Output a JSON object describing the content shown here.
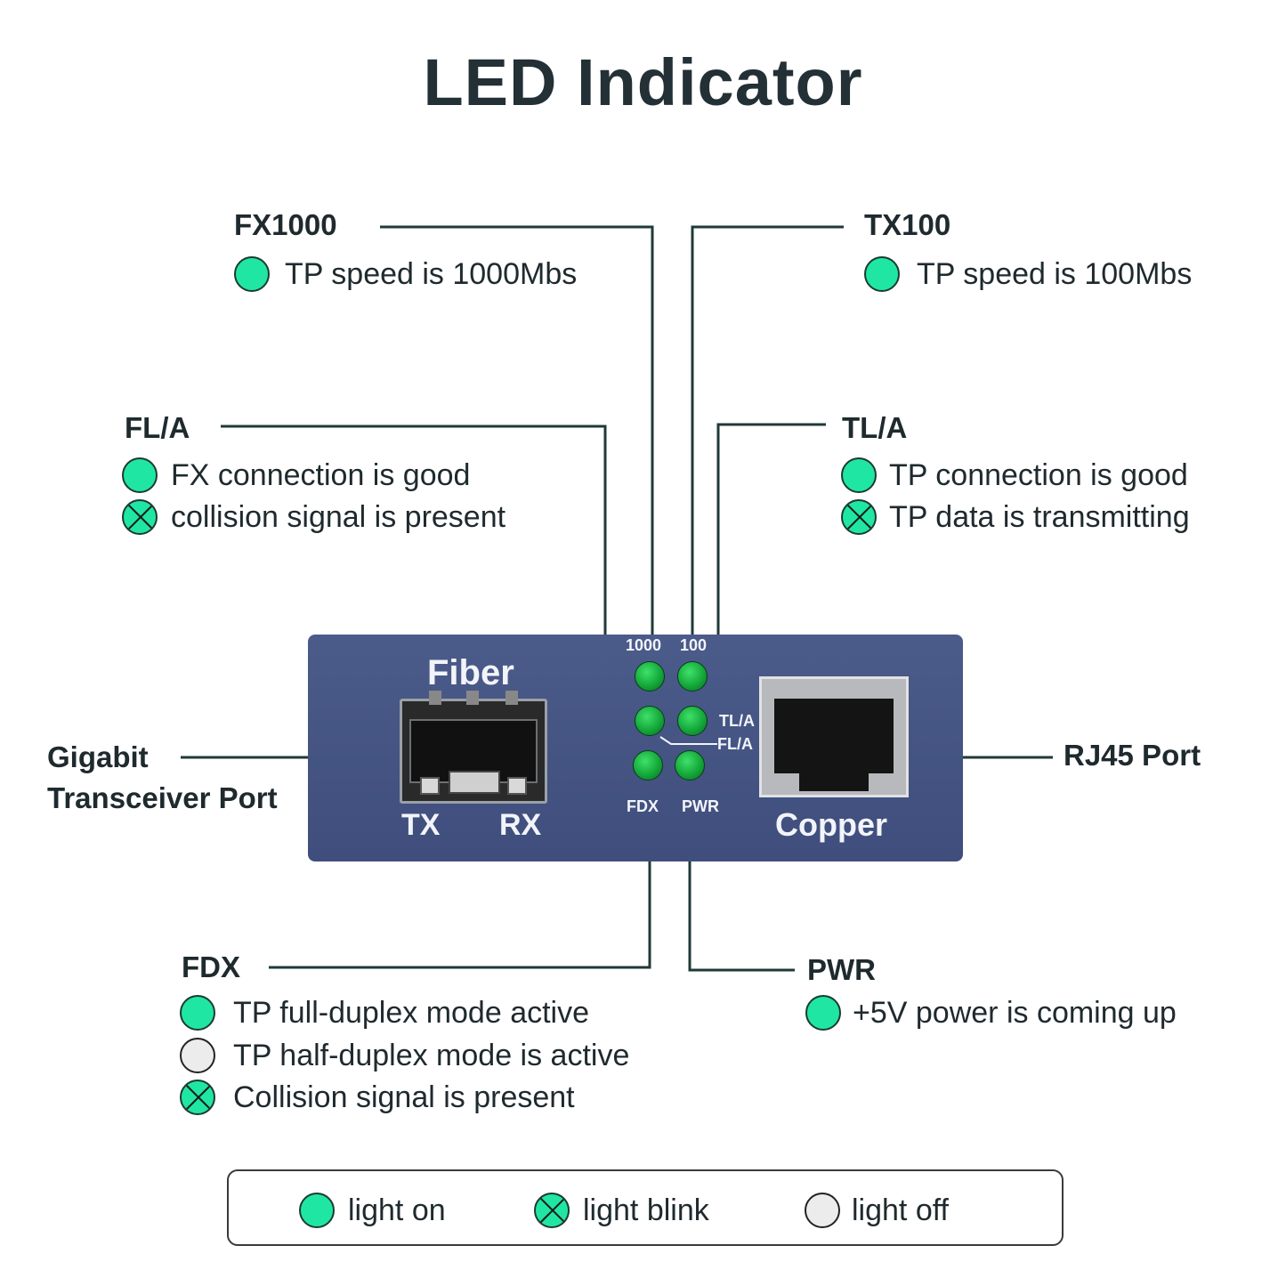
{
  "title": "LED Indicator",
  "callouts": {
    "fx1000": {
      "label": "FX1000",
      "items": [
        {
          "state": "on",
          "text": "TP speed is 1000Mbs"
        }
      ]
    },
    "tx100": {
      "label": "TX100",
      "items": [
        {
          "state": "on",
          "text": "TP speed is 100Mbs"
        }
      ]
    },
    "fla": {
      "label": "FL/A",
      "items": [
        {
          "state": "on",
          "text": "FX connection is good"
        },
        {
          "state": "blink",
          "text": "collision signal is present"
        }
      ]
    },
    "tla": {
      "label": "TL/A",
      "items": [
        {
          "state": "on",
          "text": "TP connection is good"
        },
        {
          "state": "blink",
          "text": "TP data is transmitting"
        }
      ]
    },
    "fdx": {
      "label": "FDX",
      "items": [
        {
          "state": "on",
          "text": "TP full-duplex mode active"
        },
        {
          "state": "off",
          "text": "TP half-duplex mode is active"
        },
        {
          "state": "blink",
          "text": "Collision signal is present"
        }
      ]
    },
    "pwr": {
      "label": "PWR",
      "items": [
        {
          "state": "on",
          "text": "+5V power is coming up"
        }
      ]
    },
    "gigabit": {
      "line1": "Gigabit",
      "line2": "Transceiver Port"
    },
    "rj45": {
      "label": "RJ45 Port"
    }
  },
  "device": {
    "fiber": "Fiber",
    "tx": "TX",
    "rx": "RX",
    "copper": "Copper",
    "led_1000": "1000",
    "led_100": "100",
    "led_tla": "TL/A",
    "led_fla": "FL/A",
    "led_fdx": "FDX",
    "led_pwr": "PWR"
  },
  "legend": {
    "on": "light on",
    "blink": "light blink",
    "off": "light off"
  },
  "colors": {
    "led_on": "#20e6a4",
    "led_off": "#ececec",
    "device_body": "#45557f",
    "device_led": "#14a83a",
    "line": "#1f3a38"
  }
}
